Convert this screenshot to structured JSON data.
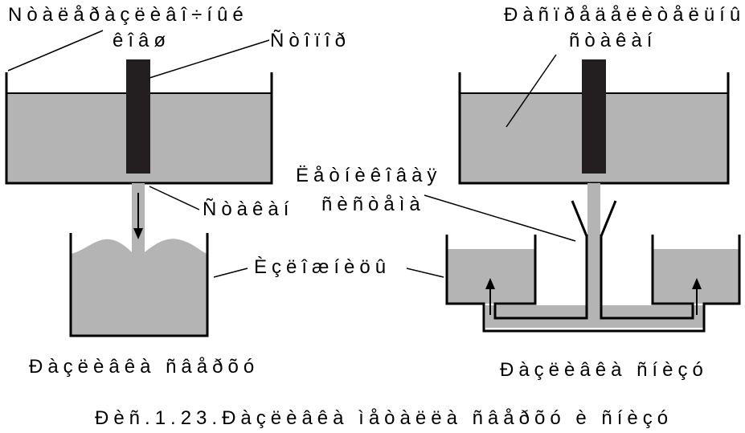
{
  "labels": {
    "steel_ladle_line1": "Nòàëåðàçëèâî÷íûé",
    "steel_ladle_line2": "êîâø",
    "stopper": "Ñòîïîð",
    "stream": "Ñòàêàí",
    "ingot_molds": "Èçëîæíèöû",
    "intermediate_ladle_line1": "Ðàñïðåäåëèòåëüíûé",
    "intermediate_ladle_line2": "ñòàêàí",
    "center_runner_line1": "Ëåòíèêîâàÿ",
    "center_runner_line2": "ñèñòåìà",
    "top_pouring": "Ðàçëèâêà ñâåðõó",
    "bottom_pouring": "Ðàçëèâêà ñíèçó",
    "caption": "Ðèñ.1.23.Ðàçëèâêà ìåòàëëà ñâåðõó è ñíèçó"
  },
  "colors": {
    "metal": "#b4b4b4",
    "stopper": "#231f20",
    "outline": "#000000"
  }
}
